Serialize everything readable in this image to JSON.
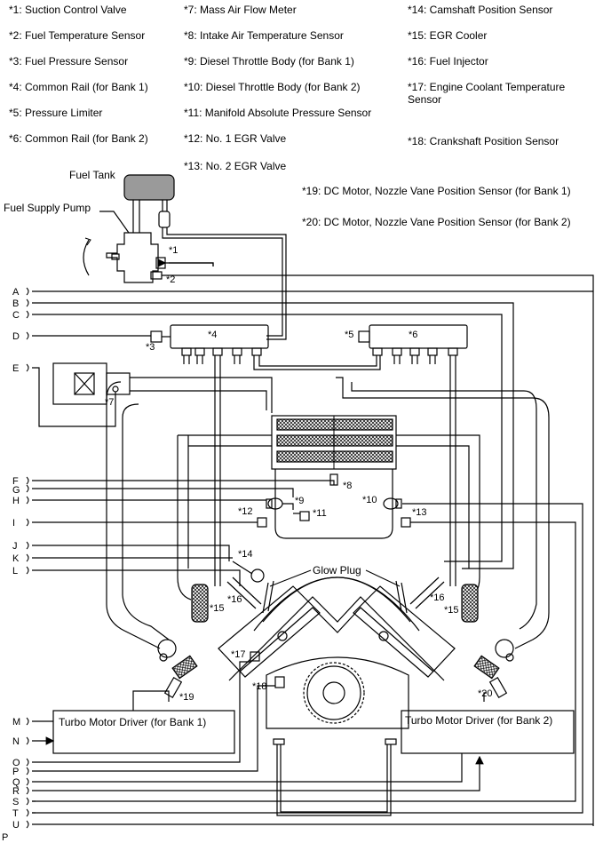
{
  "legend": {
    "c1": [
      "*1: Suction Control Valve",
      "*2: Fuel Temperature Sensor",
      "*3: Fuel Pressure Sensor",
      "*4: Common Rail (for Bank 1)",
      "*5: Pressure Limiter",
      "*6: Common Rail (for Bank 2)"
    ],
    "c2": [
      "*7: Mass Air Flow Meter",
      "*8: Intake Air Temperature Sensor",
      "*9: Diesel Throttle Body (for Bank 1)",
      "*10: Diesel Throttle Body (for Bank 2)",
      "*11: Manifold Absolute Pressure Sensor",
      "*12: No. 1 EGR Valve",
      "*13: No. 2 EGR Valve"
    ],
    "c3": [
      "*14: Camshaft Position Sensor",
      "*15: EGR Cooler",
      "*16: Fuel Injector",
      "*17: Engine Coolant Temperature Sensor",
      "*18: Crankshaft Position Sensor"
    ],
    "wide": [
      "*19: DC Motor, Nozzle Vane Position Sensor (for Bank 1)",
      "*20: DC Motor, Nozzle Vane Position Sensor (for Bank 2)"
    ]
  },
  "components": {
    "fuel_tank": "Fuel Tank",
    "fuel_supply_pump": "Fuel Supply Pump",
    "glow_plug": "Glow Plug",
    "turbo_driver_bank1": "Turbo Motor Driver (for Bank 1)",
    "turbo_driver_bank2": "Turbo Motor Driver (for Bank 2)"
  },
  "callouts": {
    "c1": "*1",
    "c2": "*2",
    "c3": "*3",
    "c4": "*4",
    "c5": "*5",
    "c6": "*6",
    "c7": "*7",
    "c8": "*8",
    "c9": "*9",
    "c10": "*10",
    "c11": "*11",
    "c12": "*12",
    "c13": "*13",
    "c14": "*14",
    "c15a": "*15",
    "c15b": "*15",
    "c16a": "*16",
    "c16b": "*16",
    "c17": "*17",
    "c18": "*18",
    "c19": "*19",
    "c20": "*20"
  },
  "pins": [
    "A",
    "B",
    "C",
    "D",
    "E",
    "F",
    "G",
    "H",
    "I",
    "J",
    "K",
    "L",
    "M",
    "N",
    "O",
    "P",
    "Q",
    "R",
    "S",
    "T",
    "U"
  ],
  "footer_mark": "P"
}
